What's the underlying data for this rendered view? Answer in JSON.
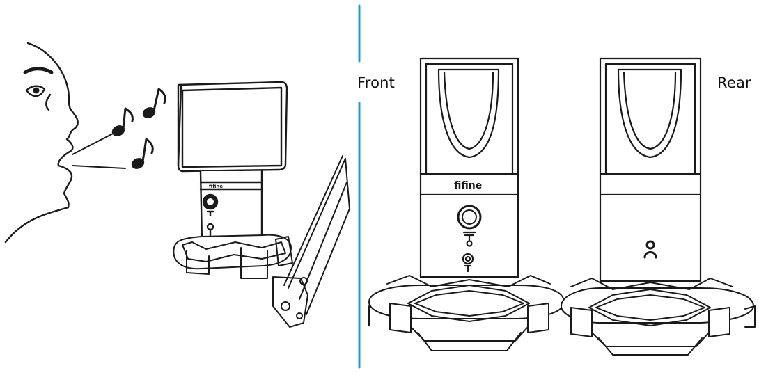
{
  "labels": {
    "front": "Front",
    "rear": "Rear"
  },
  "brand": {
    "logo_text": "fifine"
  },
  "colors": {
    "divider": "#1f9bd7",
    "line": "#1a1a1a",
    "background": "#ffffff"
  },
  "icons": [
    "face-profile-icon",
    "music-note-icon",
    "microphone-icon",
    "boom-arm-icon",
    "shock-mount-icon",
    "gain-knob-icon",
    "headphone-jack-icon",
    "pickup-pattern-icon"
  ]
}
